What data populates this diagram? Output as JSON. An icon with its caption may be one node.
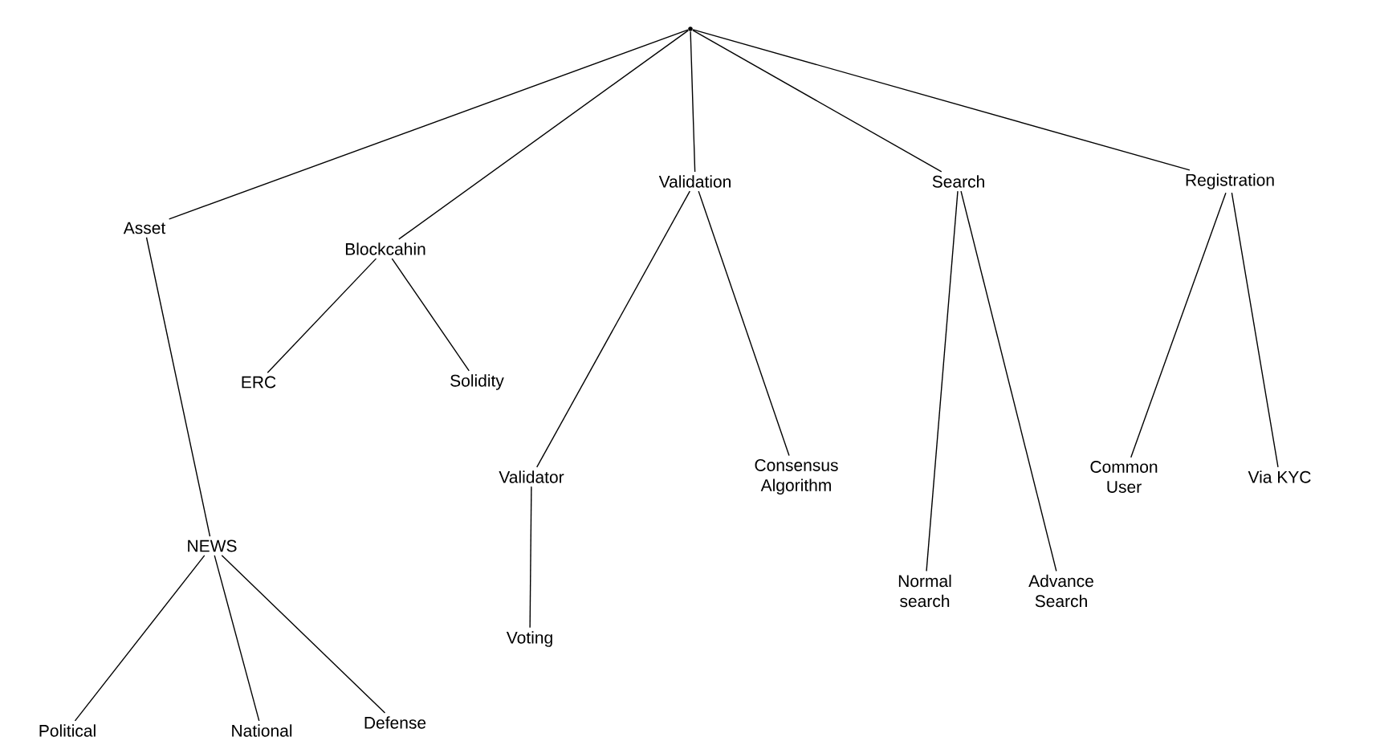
{
  "diagram": {
    "nodes": [
      {
        "text": [],
        "shape": "point"
      },
      {
        "text": [
          "Asset"
        ]
      },
      {
        "text": [
          "Blockcahin"
        ]
      },
      {
        "text": [
          "Validation"
        ]
      },
      {
        "text": [
          "Search"
        ]
      },
      {
        "text": [
          "Registration"
        ]
      },
      {
        "text": [
          "ERC"
        ]
      },
      {
        "text": [
          "Solidity"
        ]
      },
      {
        "text": [
          "NEWS"
        ]
      },
      {
        "text": [
          "Validator"
        ]
      },
      {
        "text": [
          "Consensus Algorithm"
        ]
      },
      {
        "text": [
          "Voting"
        ]
      },
      {
        "text": [
          "Common User"
        ]
      },
      {
        "text": [
          "Via KYC"
        ]
      },
      {
        "text": [
          "Normal search"
        ]
      },
      {
        "text": [
          "Advance Search"
        ]
      },
      {
        "text": [
          "Political"
        ]
      },
      {
        "text": [
          "National"
        ]
      },
      {
        "text": [
          "Defense"
        ]
      }
    ],
    "edges": [
      {
        "from": 0,
        "to": 1,
        "arrow": "none"
      },
      {
        "from": 0,
        "to": 2,
        "arrow": "none"
      },
      {
        "from": 0,
        "to": 3,
        "arrow": "none"
      },
      {
        "from": 0,
        "to": 4,
        "arrow": "none"
      },
      {
        "from": 0,
        "to": 5,
        "arrow": "none"
      },
      {
        "from": 1,
        "to": 8,
        "arrow": "none"
      },
      {
        "from": 2,
        "to": 6,
        "arrow": "none"
      },
      {
        "from": 2,
        "to": 7,
        "arrow": "none"
      },
      {
        "from": 3,
        "to": 9,
        "arrow": "none"
      },
      {
        "from": 3,
        "to": 10,
        "arrow": "none"
      },
      {
        "from": 9,
        "to": 11,
        "arrow": "none"
      },
      {
        "from": 4,
        "to": 14,
        "arrow": "none"
      },
      {
        "from": 4,
        "to": 15,
        "arrow": "none"
      },
      {
        "from": 5,
        "to": 12,
        "arrow": "none"
      },
      {
        "from": 5,
        "to": 13,
        "arrow": "none"
      },
      {
        "from": 8,
        "to": 16,
        "arrow": "none"
      },
      {
        "from": 8,
        "to": 17,
        "arrow": "none"
      },
      {
        "from": 8,
        "to": 18,
        "arrow": "none"
      }
    ]
  }
}
